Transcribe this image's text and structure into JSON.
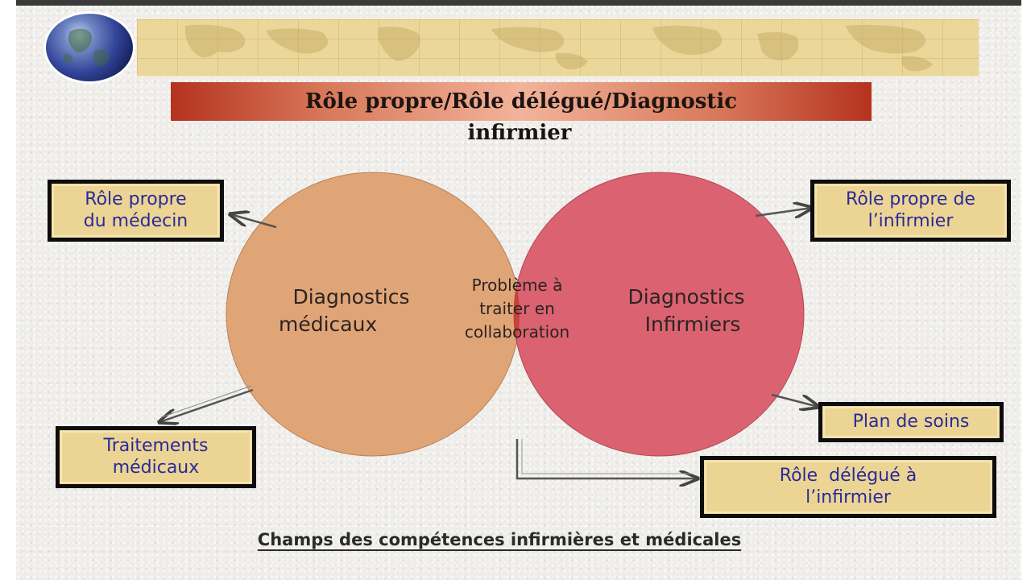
{
  "title": {
    "line1": "Rôle propre/Rôle délégué/Diagnostic",
    "line2": "infirmier"
  },
  "diagram": {
    "left_circle": {
      "label_line1": "Diagnostics",
      "label_line2": "médicaux",
      "color": "#e0a577"
    },
    "right_circle": {
      "label_line1": "Diagnostics",
      "label_line2": "Infirmiers",
      "color": "#db6270"
    },
    "intersection": {
      "label_line1": "Problème à",
      "label_line2": "traiter en",
      "label_line3": "collaboration",
      "color": "#c64336"
    },
    "boxes": {
      "role_propre_medecin": {
        "line1": "Rôle propre",
        "line2": "du médecin"
      },
      "traitements_medicaux": {
        "line1": "Traitements",
        "line2": "médicaux"
      },
      "role_propre_infirmier": {
        "line1": "Rôle propre de",
        "line2": "l’infirmier"
      },
      "plan_de_soins": {
        "line1": "Plan de soins"
      },
      "role_delegue": {
        "line1": "Rôle  délégué à",
        "line2": "l’infirmier"
      }
    },
    "box_fill": "#ecd594",
    "box_text_color": "#2a2a9a"
  },
  "footer": {
    "caption": "Champs des compétences infirmières et médicales"
  },
  "icons": {
    "globe": "globe-icon",
    "banner": "world-map-banner"
  }
}
